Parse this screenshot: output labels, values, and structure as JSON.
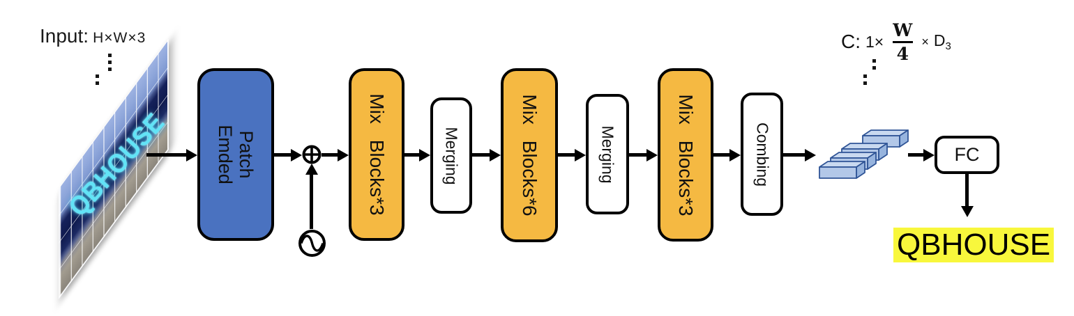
{
  "input": {
    "label": "Input:",
    "dims": "H×W×3",
    "sign_text": "QBHOUSE"
  },
  "pipeline": {
    "patch_embed": {
      "line1": "Patch",
      "line2": "Emded"
    },
    "mix_blocks_1": "Mix Blocks*3",
    "merging_1": "Merging",
    "mix_blocks_2": "Mix Blocks*6",
    "merging_2": "Merging",
    "mix_blocks_3": "Mix Blocks*3",
    "combing": "Combing",
    "fc": "FC"
  },
  "output": {
    "c_label": "C:",
    "factor": "1×",
    "frac_num": "W",
    "frac_den": "4",
    "times": "×",
    "dim": "D",
    "dim_sub": "3",
    "result": "QBHOUSE"
  },
  "icons": {
    "add": "add-icon",
    "positional_encoding": "positional-encoding-icon",
    "feature_maps": "feature-maps-graphic"
  },
  "colors": {
    "block_blue": "#4a72c0",
    "block_orange": "#f5b942",
    "highlight_yellow": "#f8f73c",
    "sign_cyan": "#62e3f6",
    "cuboid_fill": "#b3c8e8",
    "cuboid_top": "#c9d9f0",
    "cuboid_side": "#97b4de",
    "cuboid_stroke": "#2f5496"
  }
}
